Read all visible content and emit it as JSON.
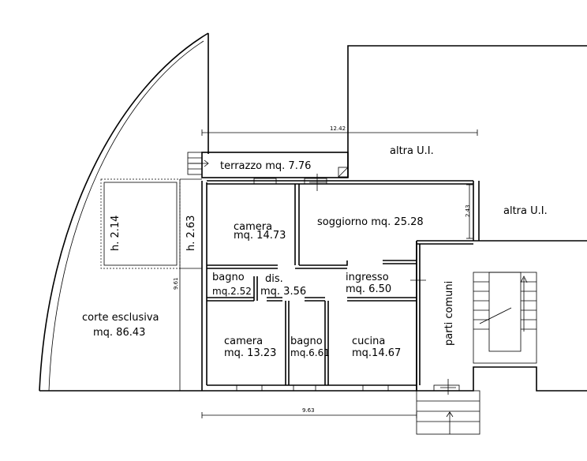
{
  "rooms": {
    "terrazzo": "terrazzo mq. 7.76",
    "altra_ui_top": "altra U.I.",
    "altra_ui_right": "altra U.I.",
    "camera1_name": "camera",
    "camera1_area": "mq. 14.73",
    "soggiorno": "soggiorno mq. 25.28",
    "bagno1_name": "bagno",
    "bagno1_area": "mq.2.52",
    "dis_name": "dis.",
    "dis_area": "mq. 3.56",
    "ingresso_name": "ingresso",
    "ingresso_area": "mq. 6.50",
    "corte_name": "corte esclusiva",
    "corte_area": "mq. 86.43",
    "camera2_name": "camera",
    "camera2_area": "mq. 13.23",
    "bagno2_name": "bagno",
    "bagno2_area": "mq.6.61",
    "cucina_name": "cucina",
    "cucina_area": "mq.14.67",
    "parti_comuni": "parti comuni"
  },
  "heights": {
    "h1": "h. 2.14",
    "h2": "h. 2.63"
  },
  "dimensions": {
    "top_width": "12.42",
    "bottom_width": "9.63",
    "left_depth": "9.61",
    "soggiorno_depth": "2.43"
  }
}
